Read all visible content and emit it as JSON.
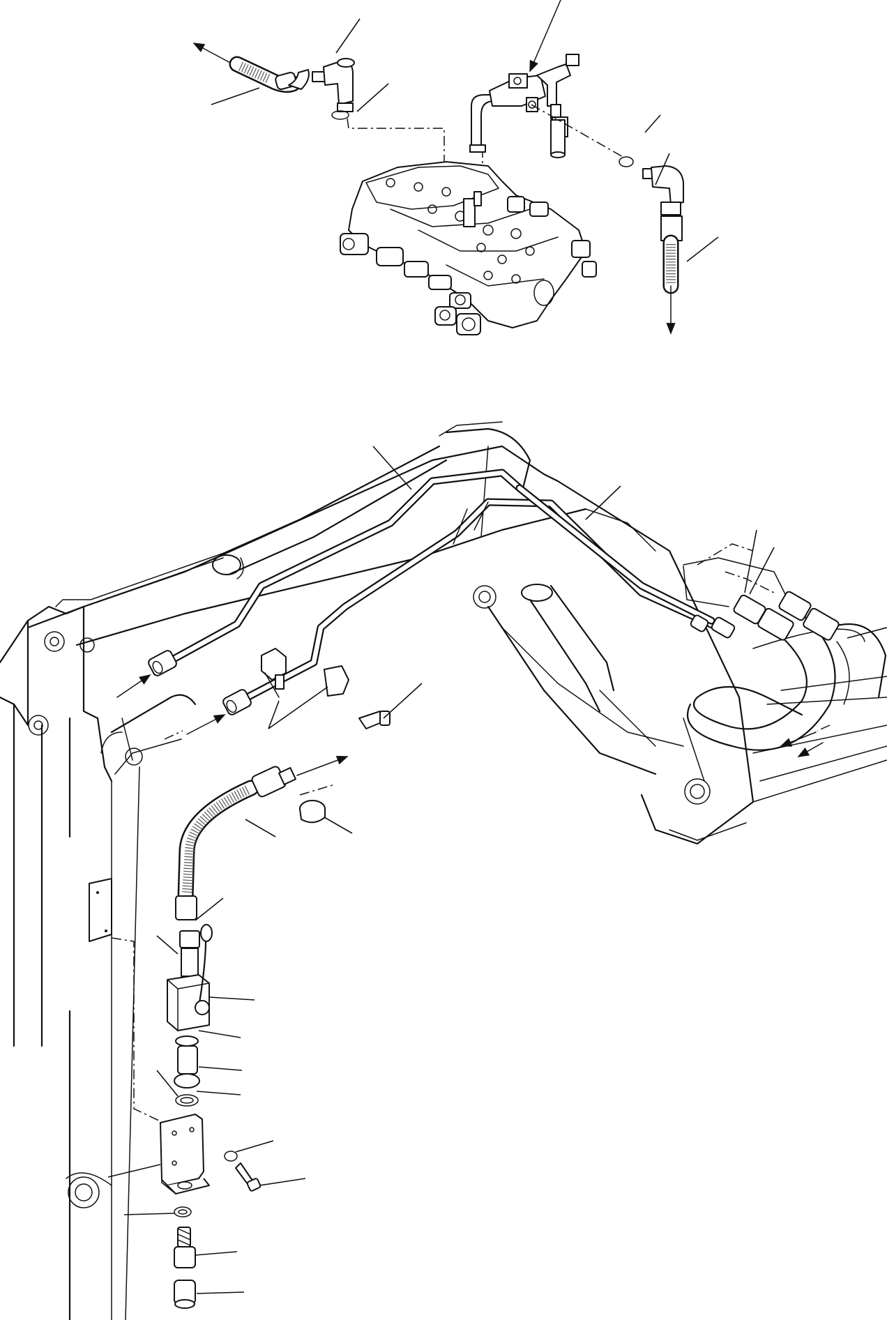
{
  "diagram": {
    "type": "exploded hydraulic piping diagram",
    "text_labels": [],
    "parts": [
      {
        "id": "elbow-top-left",
        "icon": "elbow-fitting-icon"
      },
      {
        "id": "o-ring-top-left",
        "icon": "o-ring-icon"
      },
      {
        "id": "hose-top-left",
        "icon": "hose-icon"
      },
      {
        "id": "control-valve",
        "icon": "control-valve-icon"
      },
      {
        "id": "tee-valve-top",
        "icon": "tee-fitting-icon"
      },
      {
        "id": "o-ring-top-right",
        "icon": "o-ring-icon"
      },
      {
        "id": "elbow-top-right",
        "icon": "elbow-fitting-icon"
      },
      {
        "id": "hose-top-right",
        "icon": "hose-icon"
      },
      {
        "id": "boom-pipe-1",
        "icon": "pipe-icon"
      },
      {
        "id": "boom-pipe-2",
        "icon": "pipe-icon"
      },
      {
        "id": "pipe-clamp",
        "icon": "clamp-icon"
      },
      {
        "id": "clamp-bolt",
        "icon": "bolt-icon"
      },
      {
        "id": "hose-lower",
        "icon": "hose-icon"
      },
      {
        "id": "cap",
        "icon": "cap-icon"
      },
      {
        "id": "ball-valve",
        "icon": "ball-valve-icon"
      },
      {
        "id": "bracket",
        "icon": "bracket-icon"
      },
      {
        "id": "loop-hoses",
        "icon": "hose-icon"
      }
    ]
  }
}
